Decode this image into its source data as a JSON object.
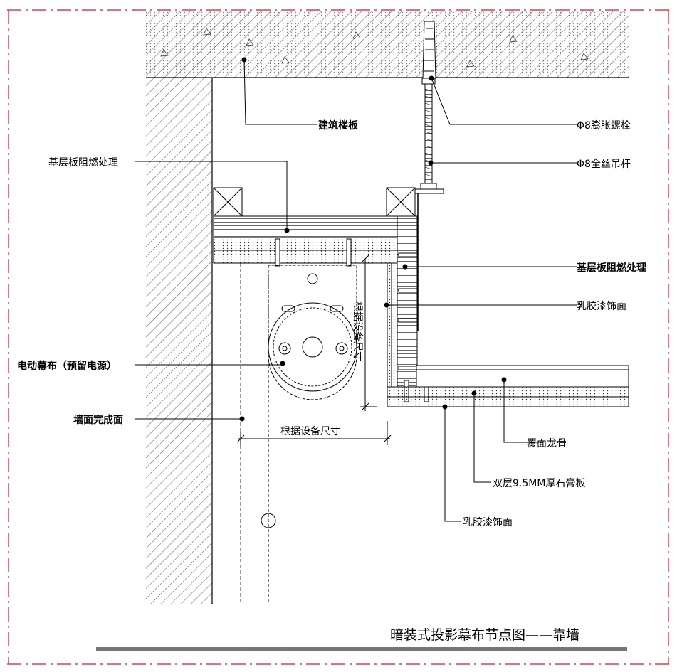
{
  "title": "暗装式投影幕布节点图——靠墙",
  "labels": {
    "building_slab": "建筑楼板",
    "expansion_bolt": "Φ8膨胀螺栓",
    "threaded_rod": "Φ8全丝吊杆",
    "base_board_fireproof_left": "基层板阻燃处理",
    "base_board_fireproof_right": "基层板阻燃处理",
    "latex_paint_right": "乳胶漆饰面",
    "motorized_screen": "电动幕布（预留电源）",
    "wall_finish": "墙面完成面",
    "by_equipment_size_h": "根据设备尺寸",
    "by_equipment_size_v": "根据设备尺寸",
    "cover_keel": "覆面龙骨",
    "double_gypsum": "双层9.5MM厚石膏板",
    "latex_paint_bottom": "乳胶漆饰面"
  },
  "colors": {
    "border_dash": "#c0202a",
    "line": "#000000",
    "hatch": "#444444",
    "title_bar": "#777777"
  }
}
